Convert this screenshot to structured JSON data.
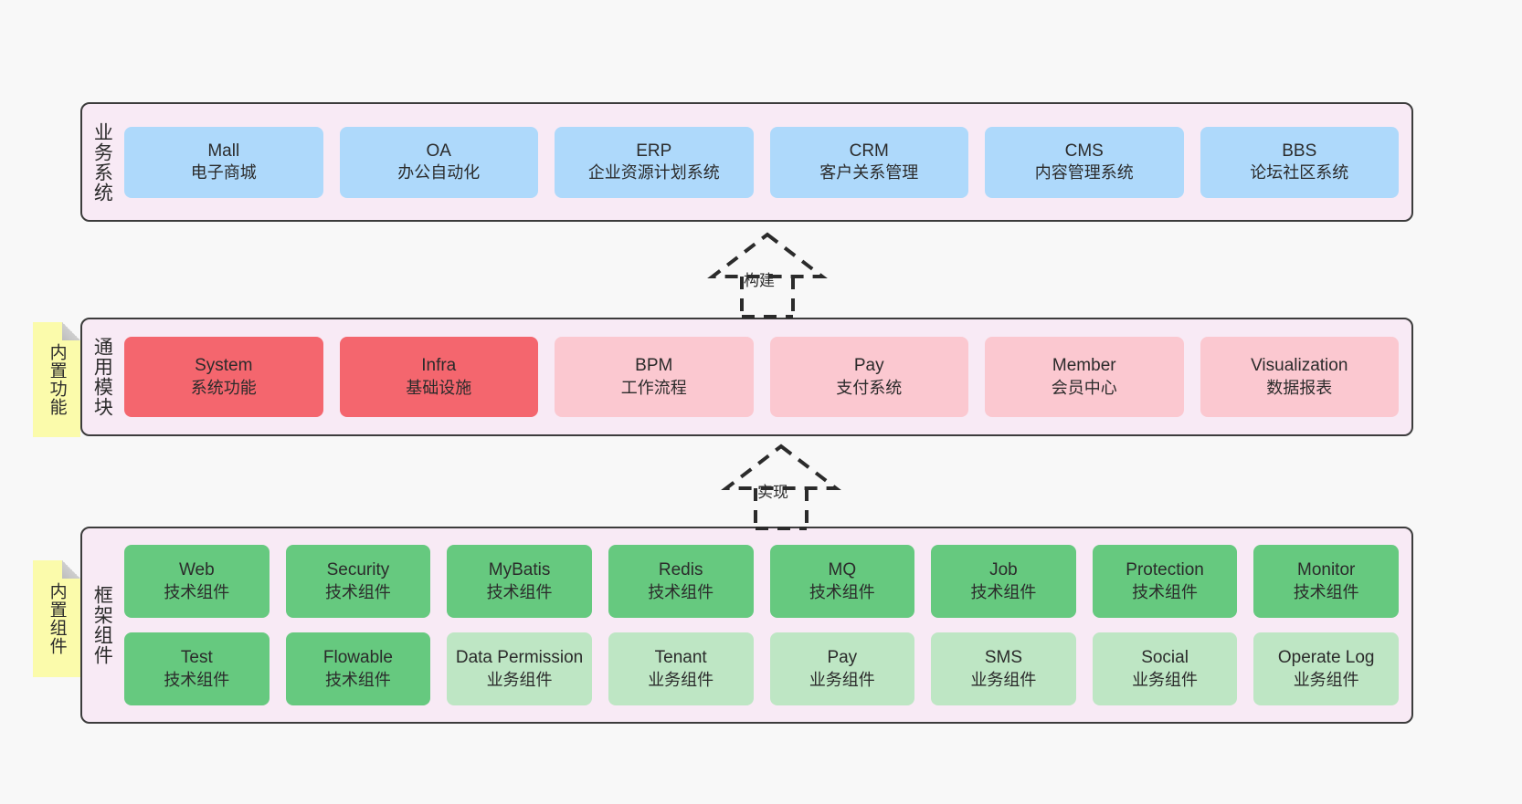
{
  "diagram": {
    "background_color": "#f8f8f8",
    "border_color": "#3c3c3c",
    "container_color": "#f8eaf5"
  },
  "layers": {
    "business": {
      "title": "业务系统",
      "node_color": "#aed9fb",
      "nodes": [
        {
          "en": "Mall",
          "cn": "电子商城"
        },
        {
          "en": "OA",
          "cn": "办公自动化"
        },
        {
          "en": "ERP",
          "cn": "企业资源计划系统"
        },
        {
          "en": "CRM",
          "cn": "客户关系管理"
        },
        {
          "en": "CMS",
          "cn": "内容管理系统"
        },
        {
          "en": "BBS",
          "cn": "论坛社区系统"
        }
      ]
    },
    "module": {
      "title": "通用模块",
      "sticky": "内置功能",
      "sticky_color": "#fbfbab",
      "nodes": [
        {
          "en": "System",
          "cn": "系统功能",
          "color": "#f4666e"
        },
        {
          "en": "Infra",
          "cn": "基础设施",
          "color": "#f4666e"
        },
        {
          "en": "BPM",
          "cn": "工作流程",
          "color": "#fbc8d0"
        },
        {
          "en": "Pay",
          "cn": "支付系统",
          "color": "#fbc8d0"
        },
        {
          "en": "Member",
          "cn": "会员中心",
          "color": "#fbc8d0"
        },
        {
          "en": "Visualization",
          "cn": "数据报表",
          "color": "#fbc8d0"
        }
      ]
    },
    "frame": {
      "title": "框架组件",
      "sticky": "内置组件",
      "sticky_color": "#fbfbab",
      "row1": [
        {
          "en": "Web",
          "cn": "技术组件",
          "color": "#66c97f"
        },
        {
          "en": "Security",
          "cn": "技术组件",
          "color": "#66c97f"
        },
        {
          "en": "MyBatis",
          "cn": "技术组件",
          "color": "#66c97f"
        },
        {
          "en": "Redis",
          "cn": "技术组件",
          "color": "#66c97f"
        },
        {
          "en": "MQ",
          "cn": "技术组件",
          "color": "#66c97f"
        },
        {
          "en": "Job",
          "cn": "技术组件",
          "color": "#66c97f"
        },
        {
          "en": "Protection",
          "cn": "技术组件",
          "color": "#66c97f"
        },
        {
          "en": "Monitor",
          "cn": "技术组件",
          "color": "#66c97f"
        }
      ],
      "row2": [
        {
          "en": "Test",
          "cn": "技术组件",
          "color": "#66c97f"
        },
        {
          "en": "Flowable",
          "cn": "技术组件",
          "color": "#66c97f"
        },
        {
          "en": "Data Permission",
          "cn": "业务组件",
          "color": "#bee6c4"
        },
        {
          "en": "Tenant",
          "cn": "业务组件",
          "color": "#bee6c4"
        },
        {
          "en": "Pay",
          "cn": "业务组件",
          "color": "#bee6c4"
        },
        {
          "en": "SMS",
          "cn": "业务组件",
          "color": "#bee6c4"
        },
        {
          "en": "Social",
          "cn": "业务组件",
          "color": "#bee6c4"
        },
        {
          "en": "Operate Log",
          "cn": "业务组件",
          "color": "#bee6c4"
        }
      ]
    }
  },
  "arrows": [
    {
      "id": "build",
      "label": "构建"
    },
    {
      "id": "implement",
      "label": "实现"
    }
  ]
}
